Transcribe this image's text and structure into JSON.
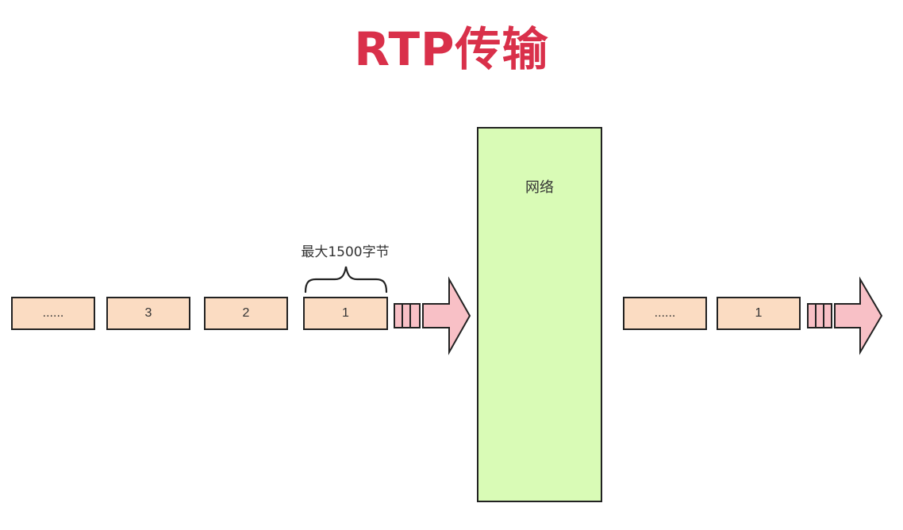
{
  "title": "RTP传输",
  "sender": {
    "packets": [
      "......",
      "3",
      "2",
      "1"
    ],
    "brace_label": "最大1500字节"
  },
  "network": {
    "label": "网络"
  },
  "receiver": {
    "packets": [
      "......",
      "1"
    ]
  },
  "colors": {
    "title": "#d9304a",
    "packet_fill": "#fbdcc2",
    "network_fill": "#d9fbb6",
    "arrow_fill": "#f8c0c6",
    "stroke": "#222222"
  }
}
